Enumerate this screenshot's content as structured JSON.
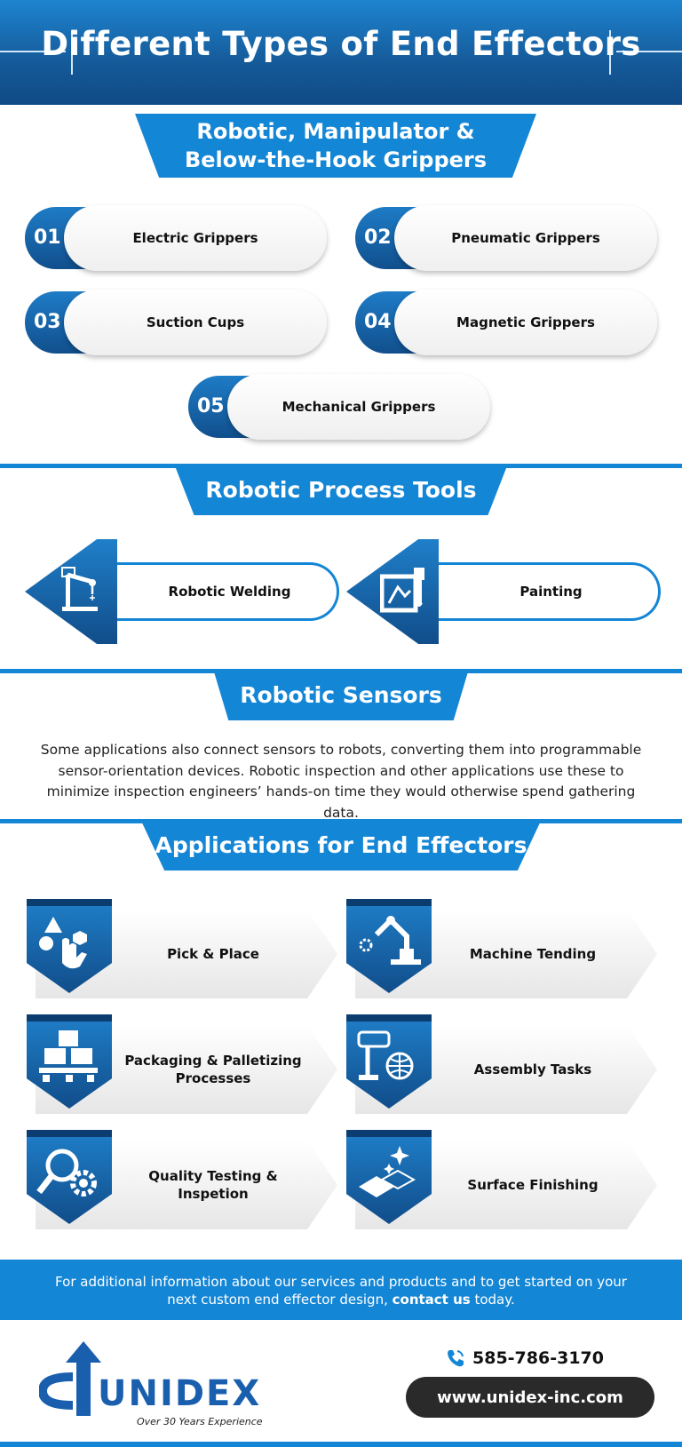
{
  "header": {
    "title": "Different Types of End Effectors"
  },
  "sections": {
    "grippers": {
      "title_line1": "Robotic, Manipulator &",
      "title_line2": "Below-the-Hook Grippers",
      "items": [
        {
          "num": "01",
          "label": "Electric Grippers"
        },
        {
          "num": "02",
          "label": "Pneumatic Grippers"
        },
        {
          "num": "03",
          "label": "Suction Cups"
        },
        {
          "num": "04",
          "label": "Magnetic Grippers"
        },
        {
          "num": "05",
          "label": "Mechanical Grippers"
        }
      ]
    },
    "process_tools": {
      "title": "Robotic Process Tools",
      "items": [
        {
          "label": "Robotic Welding",
          "icon": "welding-robot-icon"
        },
        {
          "label": "Painting",
          "icon": "paint-brush-icon"
        }
      ]
    },
    "sensors": {
      "title": "Robotic Sensors",
      "text": "Some applications also connect sensors to robots, converting them into programmable sensor-orientation devices. Robotic inspection and other applications use these to minimize inspection engineers’ hands-on time they would otherwise spend gathering data."
    },
    "applications": {
      "title": "Applications for End Effectors",
      "items": [
        {
          "label": "Pick & Place",
          "icon": "shapes-hand-icon"
        },
        {
          "label": "Machine Tending",
          "icon": "robot-arm-gear-icon"
        },
        {
          "label": "Packaging & Palletizing Processes",
          "icon": "boxes-pallet-icon"
        },
        {
          "label": "Assembly Tasks",
          "icon": "robot-globe-icon"
        },
        {
          "label": "Quality Testing & Inspetion",
          "icon": "magnifier-gear-icon"
        },
        {
          "label": "Surface Finishing",
          "icon": "sparkle-tiles-icon"
        }
      ]
    }
  },
  "footer": {
    "cta_text": "For additional information about our services and products and to get started on your next custom end effector design,",
    "cta_link": "contact us",
    "cta_end": "today.",
    "logo_text": "UNIDEX",
    "logo_tagline": "Over 30 Years Experience",
    "phone": "585-786-3170",
    "website": "www.unidex-inc.com"
  },
  "colors": {
    "primary": "#1486d6",
    "dark_blue": "#114d8a",
    "dark_button": "#2a2a2a"
  }
}
